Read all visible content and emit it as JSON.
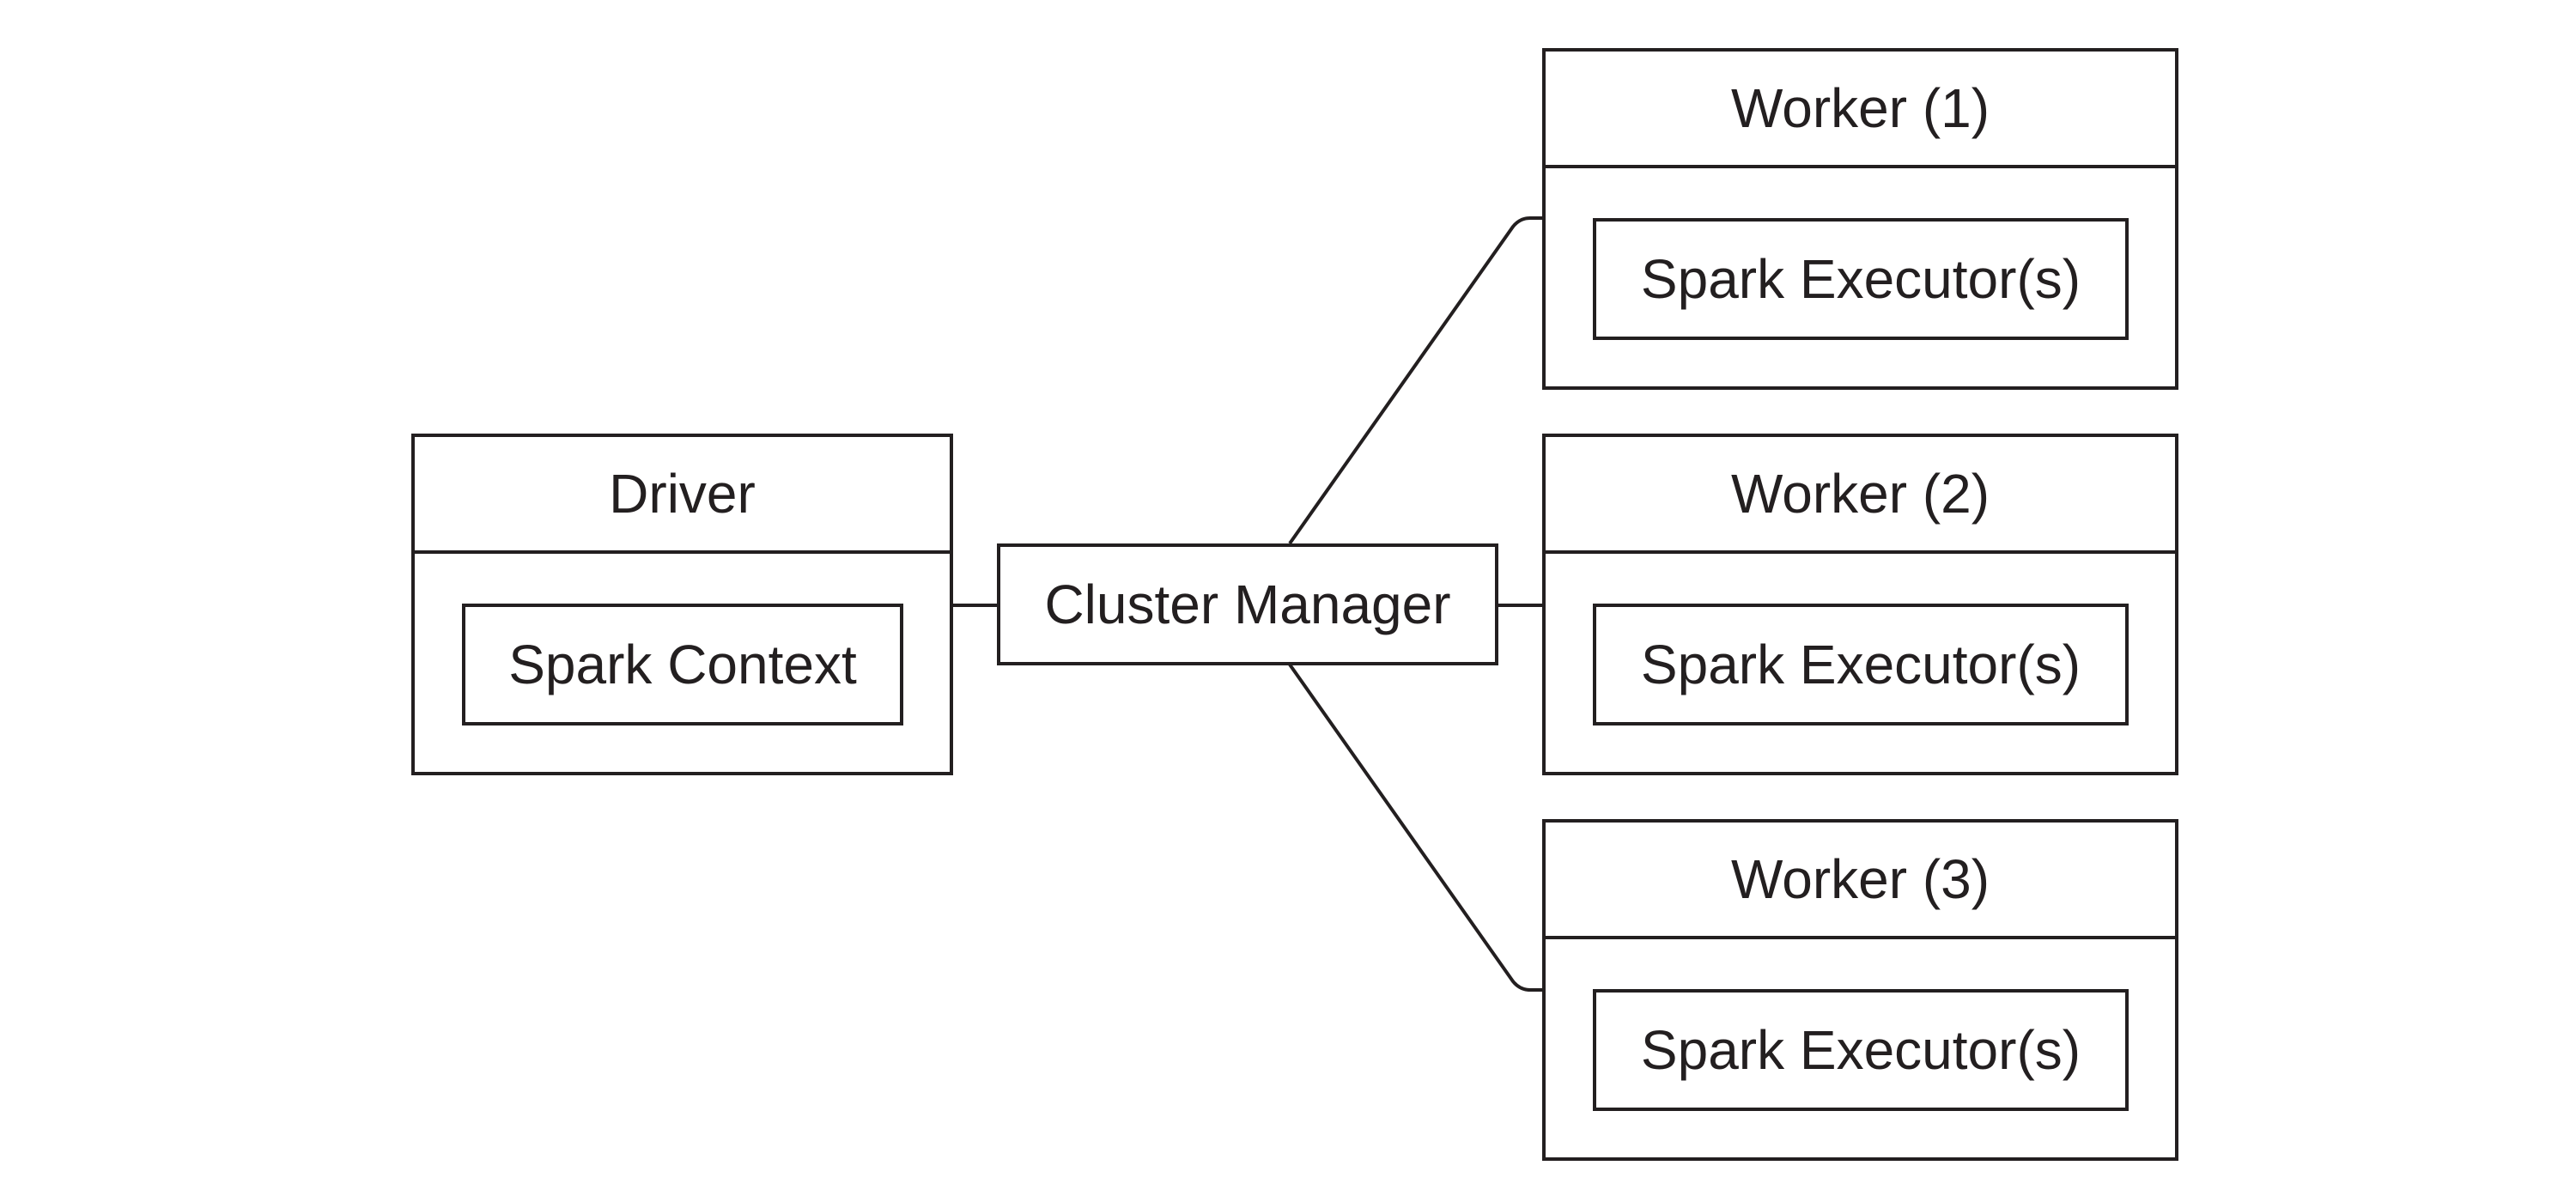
{
  "driver": {
    "title": "Driver",
    "inner": "Spark Context"
  },
  "cluster_manager": {
    "label": "Cluster Manager"
  },
  "workers": [
    {
      "title": "Worker (1)",
      "inner": "Spark Executor(s)"
    },
    {
      "title": "Worker (2)",
      "inner": "Spark Executor(s)"
    },
    {
      "title": "Worker (3)",
      "inner": "Spark Executor(s)"
    }
  ],
  "colors": {
    "stroke": "#231f20",
    "background": "#ffffff"
  }
}
